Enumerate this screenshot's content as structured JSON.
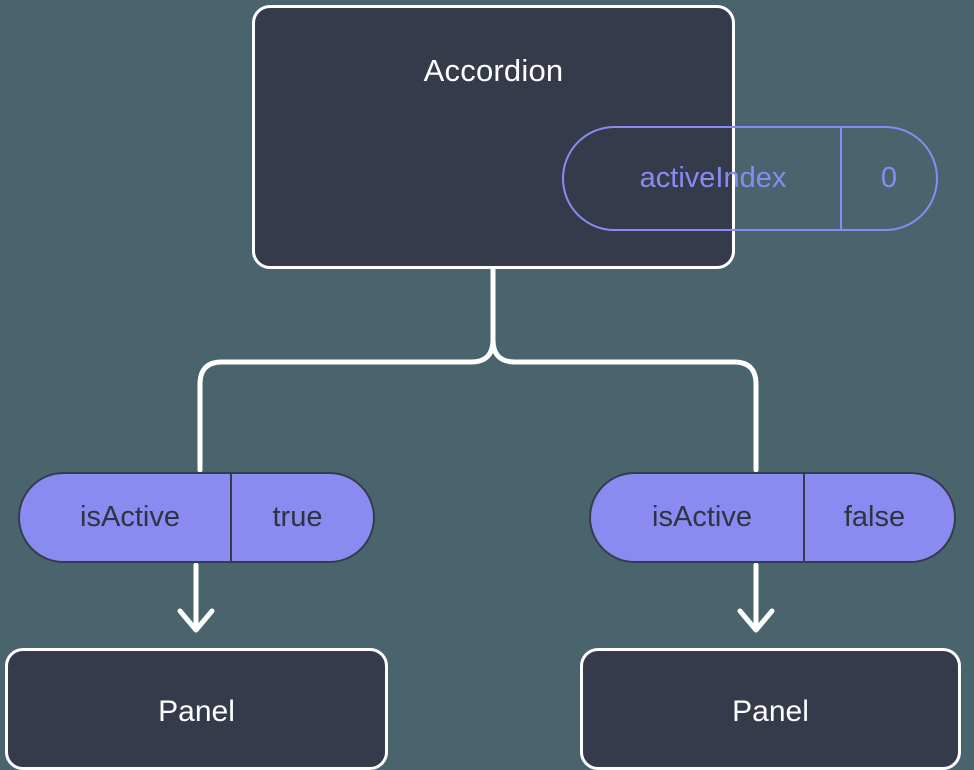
{
  "diagram": {
    "title": "Accordion component state diagram",
    "background_color": "#4a646e",
    "card_color": "#353b4a",
    "accent_color": "#8a8bf0",
    "line_color": "#ffffff"
  },
  "root": {
    "label": "Accordion",
    "state": {
      "key": "activeIndex",
      "value": "0"
    }
  },
  "branches": [
    {
      "side": "left",
      "prop": {
        "key": "isActive",
        "value": "true"
      },
      "child": {
        "label": "Panel"
      }
    },
    {
      "side": "right",
      "prop": {
        "key": "isActive",
        "value": "false"
      },
      "child": {
        "label": "Panel"
      }
    }
  ]
}
